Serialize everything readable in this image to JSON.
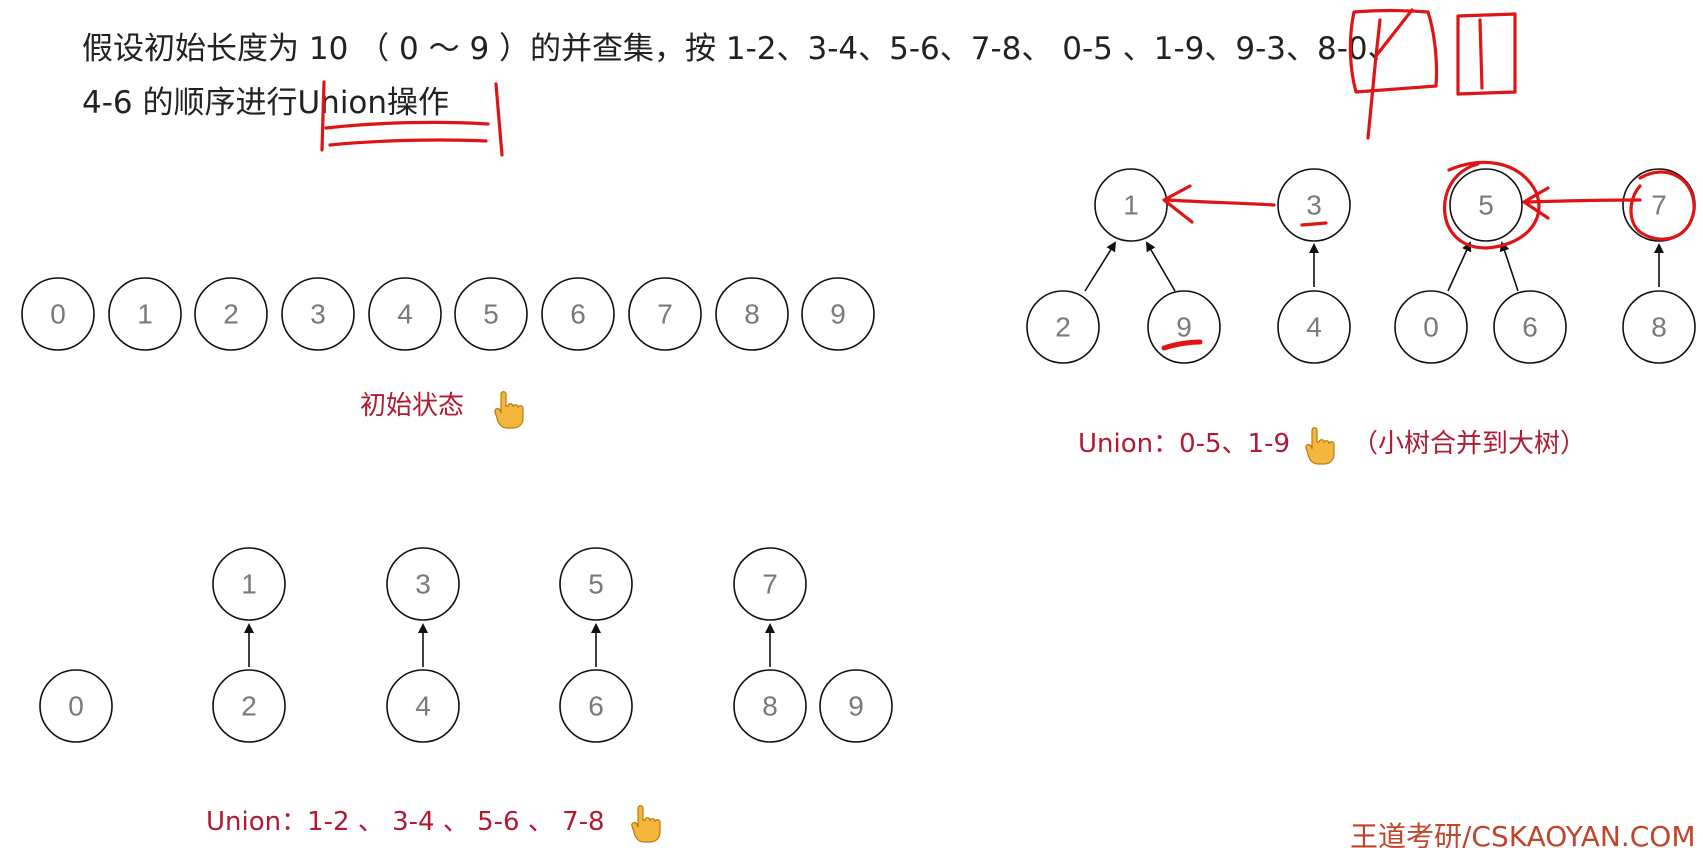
{
  "problem": {
    "line1": "假设初始长度为 10 （ 0 ～ 9 ）的并查集，按 1-2、3-4、5-6、7-8、 0-5 、1-9、9-3、8-0、",
    "line2": "4-6 的顺序进行Union操作"
  },
  "captions": {
    "initial": "初始状态",
    "step1": "Union：1-2 、 3-4 、 5-6 、 7-8",
    "step2": "Union：0-5、1-9",
    "step2_note": "（小树合并到大树）"
  },
  "pointer_icon": "pointing-hand-icon",
  "watermark": "王道考研/CSKAOYAN.COM",
  "diagrams": {
    "initial": {
      "nodes": [
        "0",
        "1",
        "2",
        "3",
        "4",
        "5",
        "6",
        "7",
        "8",
        "9"
      ]
    },
    "step1": {
      "nodes": [
        "0",
        "1",
        "2",
        "3",
        "4",
        "5",
        "6",
        "7",
        "8",
        "9"
      ],
      "edges": [
        [
          "2",
          "1"
        ],
        [
          "4",
          "3"
        ],
        [
          "6",
          "5"
        ],
        [
          "8",
          "7"
        ]
      ]
    },
    "step2": {
      "nodes": [
        "1",
        "3",
        "5",
        "7",
        "2",
        "9",
        "4",
        "0",
        "6",
        "8"
      ],
      "edges": [
        [
          "2",
          "1"
        ],
        [
          "9",
          "1"
        ],
        [
          "4",
          "3"
        ],
        [
          "0",
          "5"
        ],
        [
          "6",
          "5"
        ],
        [
          "8",
          "7"
        ]
      ]
    }
  },
  "annotations": {
    "ink_color": "#e01414",
    "text_color": "#222222",
    "caption_color": "#b01a33",
    "node_label_color": "#7a7a7a"
  }
}
